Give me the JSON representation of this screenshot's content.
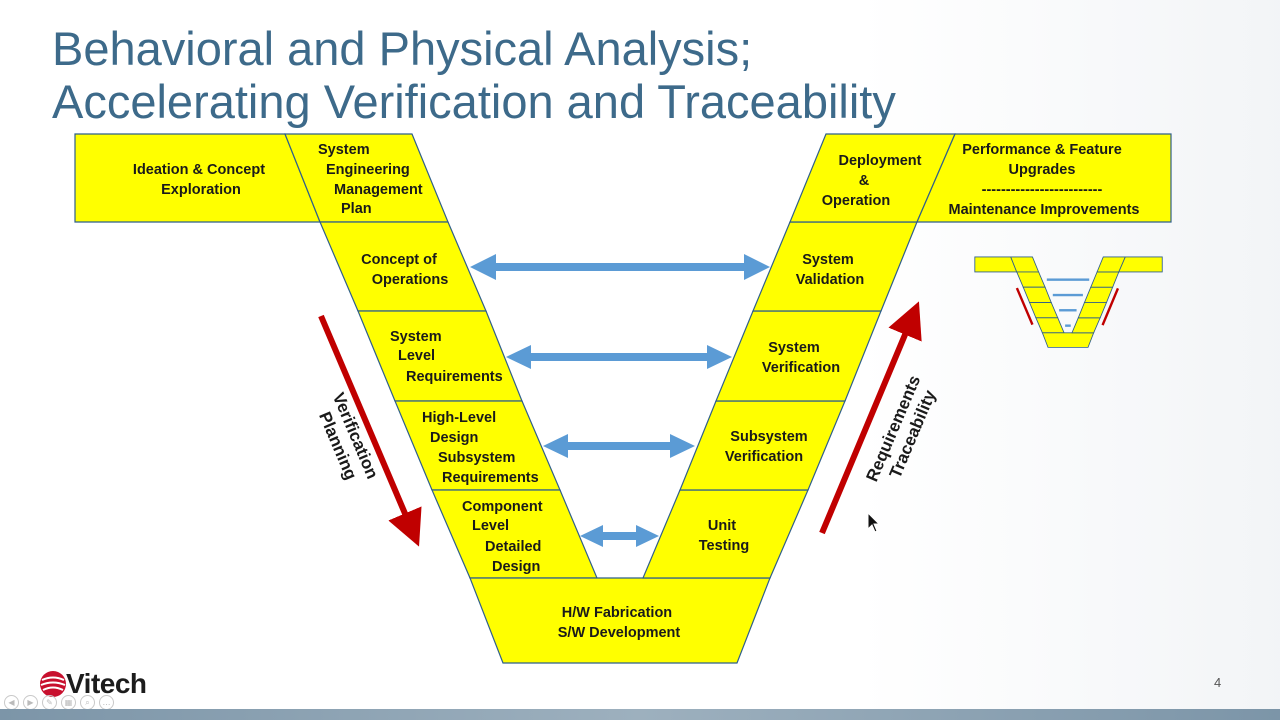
{
  "slide": {
    "title_line1": "Behavioral and Physical Analysis;",
    "title_line2": "Accelerating Verification and Traceability",
    "page_number": "4",
    "logo_text": "Vitech"
  },
  "diagram": {
    "ideation": [
      "Ideation & Concept",
      "Exploration"
    ],
    "semp": [
      "System",
      "Engineering",
      "Management",
      "Plan"
    ],
    "concept_ops": [
      "Concept of",
      "Operations"
    ],
    "system_level": [
      "System",
      "Level",
      "Requirements"
    ],
    "high_level": [
      "High-Level",
      "Design",
      "Subsystem",
      "Requirements"
    ],
    "component": [
      "Component",
      "Level",
      "Detailed",
      "Design"
    ],
    "bottom": [
      "H/W Fabrication",
      "S/W Development"
    ],
    "deployment": [
      "Deployment",
      "&",
      "Operation"
    ],
    "performance": [
      "Performance & Feature",
      "Upgrades",
      "-------------------------",
      "Maintenance Improvements"
    ],
    "system_validation": [
      "System",
      "Validation"
    ],
    "system_verification": [
      "System",
      "Verification"
    ],
    "subsystem_verification": [
      "Subsystem",
      "Verification"
    ],
    "unit_testing": [
      "Unit",
      "Testing"
    ],
    "left_arrow_label": [
      "Verification",
      "Planning"
    ],
    "right_arrow_label": [
      "Requirements",
      "Traceability"
    ],
    "colors": {
      "box_fill": "#ffff00",
      "box_stroke": "#2f5f8a",
      "blue_arrow": "#5b9bd5",
      "red_arrow": "#c00000",
      "title": "#3d6a8a"
    }
  },
  "controls": [
    "previous-icon",
    "play-icon",
    "pen-icon",
    "slides-icon",
    "zoom-icon",
    "more-icon"
  ]
}
